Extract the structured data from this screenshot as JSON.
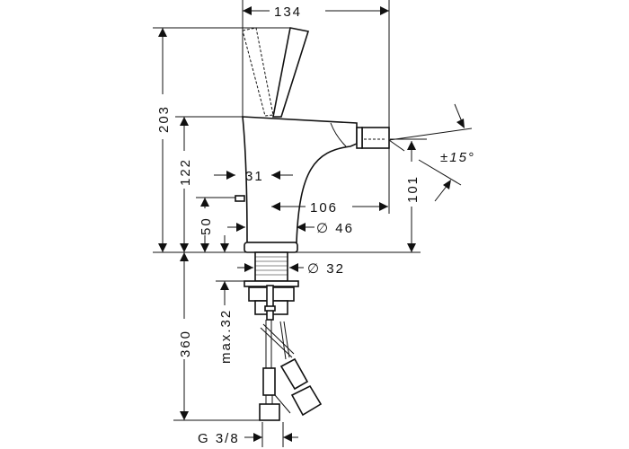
{
  "drawing": {
    "dimensions": {
      "width_total": "134",
      "height_total": "203",
      "height_body": "122",
      "height_lever_pin": "50",
      "offset_pin": "31",
      "spout_reach": "106",
      "base_diameter": "∅ 46",
      "spout_height": "101",
      "spout_angle": "±15°",
      "shank_diameter": "∅ 32",
      "max_deck_thickness": "max.32",
      "hose_length": "360",
      "hose_thread": "G 3/8"
    }
  }
}
